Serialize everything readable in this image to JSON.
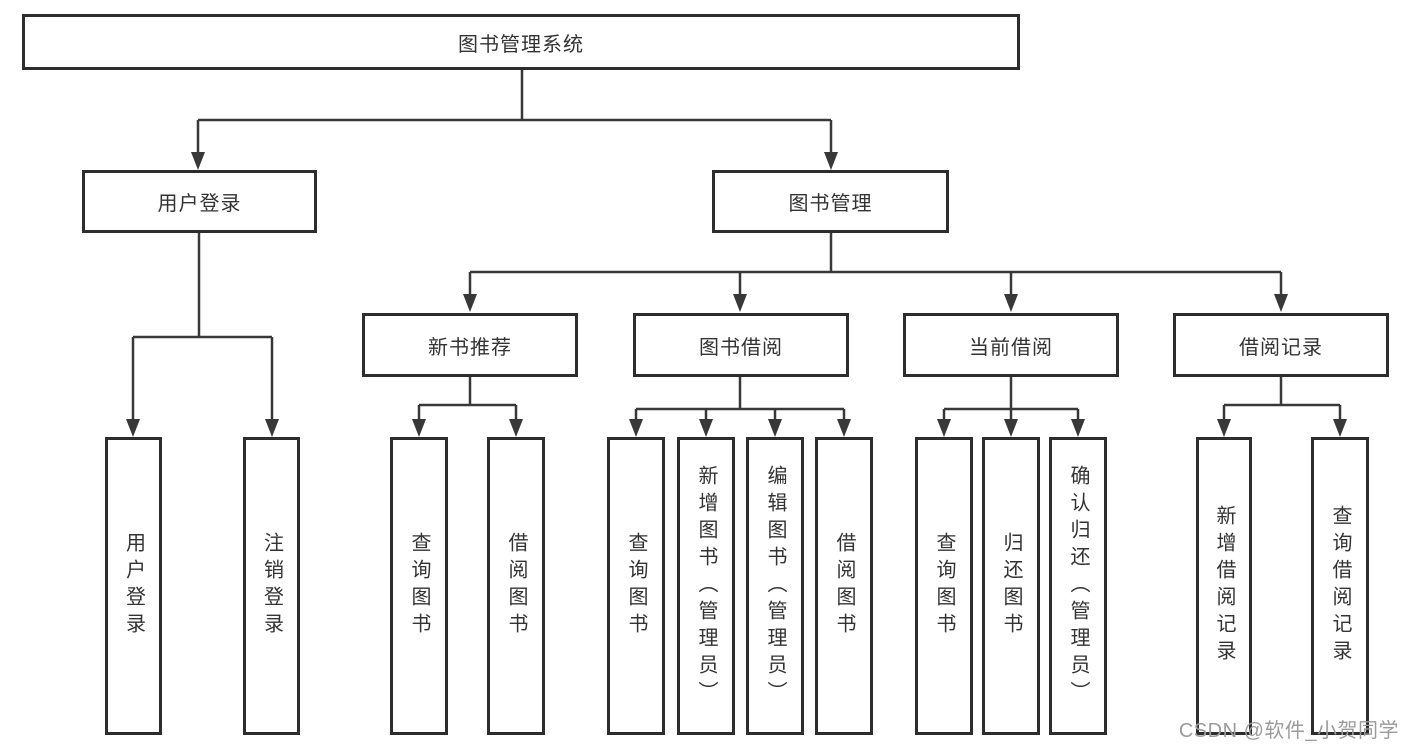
{
  "diagram": {
    "root": {
      "label": "图书管理系统"
    },
    "branches": [
      {
        "label": "用户登录",
        "children": [
          {
            "label": "用户登录"
          },
          {
            "label": "注销登录"
          }
        ]
      },
      {
        "label": "图书管理",
        "children": [
          {
            "label": "新书推荐",
            "children": [
              {
                "label": "查询图书"
              },
              {
                "label": "借阅图书"
              }
            ]
          },
          {
            "label": "图书借阅",
            "children": [
              {
                "label": "查询图书"
              },
              {
                "label": "新增图书（管理员）"
              },
              {
                "label": "编辑图书（管理员）"
              },
              {
                "label": "借阅图书"
              }
            ]
          },
          {
            "label": "当前借阅",
            "children": [
              {
                "label": "查询图书"
              },
              {
                "label": "归还图书"
              },
              {
                "label": "确认归还（管理员）"
              }
            ]
          },
          {
            "label": "借阅记录",
            "children": [
              {
                "label": "新增借阅记录"
              },
              {
                "label": "查询借阅记录"
              }
            ]
          }
        ]
      }
    ]
  },
  "watermark": {
    "text": "CSDN @软件_小贺同学"
  },
  "colors": {
    "background": "#ffffff",
    "box_border": "#2d2d2d",
    "connector_line": "#383838",
    "text": "#333333",
    "watermark_text": "#9b9b9b"
  }
}
